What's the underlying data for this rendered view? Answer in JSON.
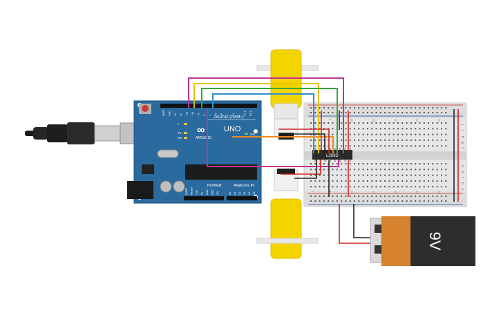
{
  "arduino": {
    "logo_text": "UNO",
    "brand_text": "ARDUINO",
    "digital_label": "DIGITAL (PWM~)",
    "power_label": "POWER",
    "analog_label": "ANALOG IN",
    "tx_label": "TX",
    "rx_label": "RX",
    "l_label": "L",
    "on_label": "ON",
    "digital_pins": [
      "AREF",
      "GND",
      "13",
      "12",
      "~11",
      "~10",
      "~9",
      "8",
      "7",
      "~6",
      "~5",
      "4",
      "~3",
      "2",
      "TX 1",
      "RX 0"
    ],
    "power_pins": [
      "IOREF",
      "RESET",
      "3.3V",
      "5V",
      "GND",
      "GND",
      "VIN"
    ],
    "analog_pins": [
      "A0",
      "A1",
      "A2",
      "A3",
      "A4",
      "A5"
    ]
  },
  "driver_ic": {
    "label": "L293D"
  },
  "battery": {
    "label": "9V"
  },
  "breadboard": {
    "row_letters_top": [
      "j",
      "i",
      "h",
      "g",
      "f"
    ],
    "row_letters_bottom": [
      "e",
      "d",
      "c",
      "b",
      "a"
    ],
    "column_numbers": [
      "1",
      "5",
      "10",
      "15",
      "20",
      "25",
      "30"
    ]
  },
  "colors": {
    "arduino_board": "#2b6a9e",
    "motor_yellow": "#f4d400",
    "wire_magenta": "#c0349a",
    "wire_yellow": "#e6c200",
    "wire_green": "#37a837",
    "wire_blue": "#2f8fd0",
    "wire_orange": "#ef8a1c",
    "wire_red": "#d42020",
    "wire_black": "#222222",
    "battery_orange": "#d6822f",
    "battery_dark": "#2d2d2d"
  }
}
